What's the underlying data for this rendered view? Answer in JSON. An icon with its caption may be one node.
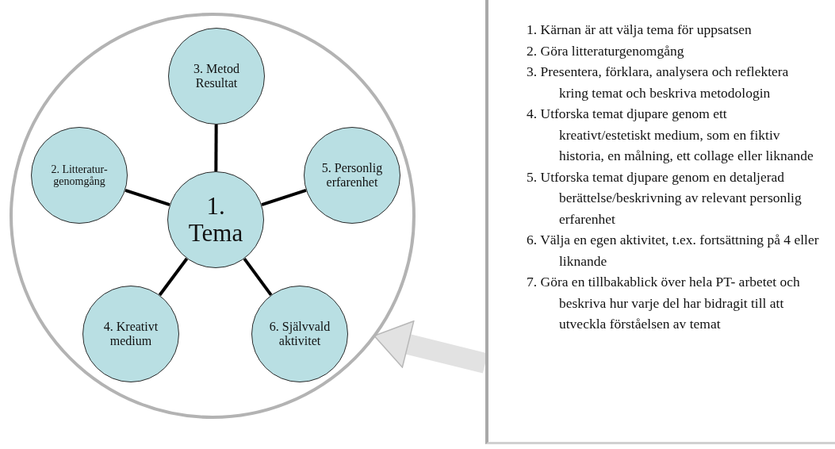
{
  "diagram": {
    "nodes": [
      {
        "text": [],
        "shape": "circle"
      },
      {
        "text": [
          "3. Metod Resultat"
        ],
        "in": 0
      },
      {
        "text": [
          "2. Litteratur- genomgång"
        ],
        "in": 0
      },
      {
        "text": [
          "1. Tema"
        ],
        "in": 0
      },
      {
        "text": [
          "5. Personlig erfarenhet"
        ],
        "in": 0
      },
      {
        "text": [
          "4. Kreativt medium"
        ],
        "in": 0
      },
      {
        "text": [
          "6. Självvald aktivitet"
        ],
        "in": 0
      },
      {
        "text": [
          "1. Kärnan är att välja tema för uppsatsen",
          "2. Göra litteraturgenomgång",
          "3. Presentera, förklara, analysera och reflektera kring temat och beskriva metodologin",
          "4. Utforska temat djupare genom ett kreativt/estetiskt medium, som en fiktiv historia, en målning, ett collage eller liknande",
          "5. Utforska temat djupare genom en detaljerad berättelse/beskrivning av relevant personlig erfarenhet",
          "6. Välja en egen aktivitet, t.ex. fortsättning på 4 eller liknande",
          "7. Göra en tillbakablick över hela PT- arbetet och beskriva hur varje del har bidragit till att utveckla förståelsen av temat"
        ]
      }
    ],
    "edges": [
      {
        "from": 3,
        "to": 1,
        "arrow": "none"
      },
      {
        "from": 3,
        "to": 2,
        "arrow": "none"
      },
      {
        "from": 3,
        "to": 4,
        "arrow": "none"
      },
      {
        "from": 3,
        "to": 5,
        "arrow": "none"
      },
      {
        "from": 3,
        "to": 6,
        "arrow": "none"
      },
      {
        "from": 7,
        "to": 0,
        "arrow": "to",
        "style": "thick",
        "color": "#e2e2e2"
      }
    ]
  }
}
